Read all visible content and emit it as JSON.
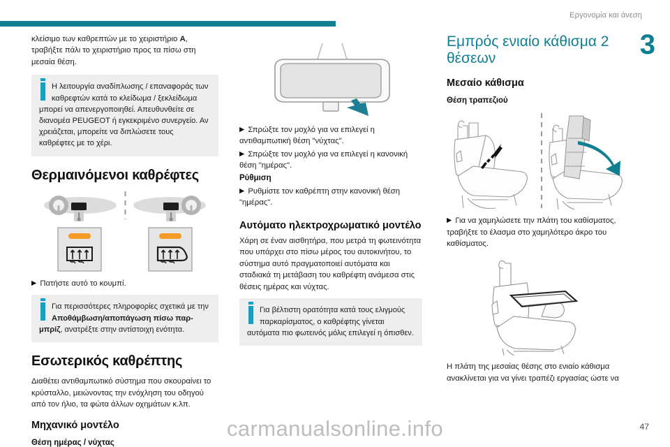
{
  "header": {
    "running_title": "Εργονομία και άνεση",
    "chapter_number": "3",
    "rule_color": "#0f7f91"
  },
  "watermark": "carmanualsonline.info",
  "folio": "47",
  "left_column": {
    "continuation_paragraph": "κλείσιμο των καθρεπτών με το χειριστήριο A, τραβήξτε πάλι το χειριστήριο προς τα πίσω στη μεσαία θέση.",
    "continuation_bold_token": "A",
    "info_box_1": {
      "icon": "info-i-icon",
      "text_part_1": "Η λειτουργία αναδίπλωσης / επαναφοράς των καθρεφτών κατά το κλείδωμα / ξεκλείδωμα μπορεί να απενεργοποιηθεί. Απευθυνθείτε σε διανομέα PEUGEOT ή εγκεκριμένο συνεργείο. Αν χρειάζεται, μπορείτε να διπλώσετε τους καθρέφτες με το χέρι."
    },
    "heated_mirrors_title": "Θερμαινόμενοι καθρέφτες",
    "figure_heated_mirrors": {
      "name": "heated-mirrors-figure",
      "left_variant": "lhd-dashboard-icon",
      "right_variant": "rhd-dashboard-icon",
      "left_button": "rear-screen-demist-button-icon",
      "right_button": "rear-screen-demist-wiper-button-icon",
      "indicator_color": "#f59b28"
    },
    "action_press_button": "Πατήστε αυτό το κουμπί.",
    "info_box_2": {
      "icon": "info-i-icon",
      "text_before_bold": "Για περισσότερες πληροφορίες σχετικά με την ",
      "bold_text": "Αποθάμβωση/αποπάγωση πίσω παρ-μπρίζ",
      "text_after_bold": ", ανατρέξτε στην αντίστοιχη ενότητα."
    },
    "interior_mirror_title": "Εσωτερικός καθρέπτης",
    "interior_mirror_paragraph": "Διαθέτει αντιθαμπωτικό σύστημα που σκουραίνει το κρύσταλλο, μειώνοντας την ενόχληση του οδηγού από τον ήλιο, τα φώτα άλλων οχημάτων κ.λπ.",
    "mechanical_model_title": "Μηχανικό μοντέλο",
    "day_night_position_label": "Θέση ημέρας / νύχτας"
  },
  "mid_column": {
    "figure_rear_view_mirror": {
      "name": "rear-view-mirror-figure",
      "arrow": "push-lever-arrow",
      "arrow_color": "#1c7f93"
    },
    "action_1": "Σπρώξτε τον μοχλό για να επιλεγεί η αντιθαμπωτική θέση \"νύχτας\".",
    "action_2": "Σπρώξτε τον μοχλό για να επιλεγεί η κανονική θέση \"ημέρας\".",
    "adjustment_label": "Ρύθμιση",
    "action_3": "Ρυθμίστε τον καθρέπτη στην κανονική θέση \"ημέρας\".",
    "electrochromic_title": "Αυτόματο ηλεκτροχρωματικό μοντέλο",
    "electrochromic_paragraph": "Χάρη σε έναν αισθητήρα, που μετρά τη φωτεινότητα που υπάρχει στο πίσω μέρος του αυτοκινήτου, το σύστημα αυτό πραγματοποιεί αυτόματα και σταδιακά τη μετάβαση του καθρέφτη ανάμεσα στις θέσεις ημέρας και νύχτας.",
    "info_box": {
      "icon": "info-i-icon",
      "text": "Για βέλτιστη ορατότητα κατά τους ελιγμούς παρκαρίσματος, ο καθρέφτης γίνεται αυτόματα πιο φωτεινός μόλις επιλεγεί η όπισθεν."
    }
  },
  "right_column": {
    "chapter_heading": "Εμπρός ενιαίο κάθισμα 2 θέσεων",
    "middle_seat_title": "Μεσαίο κάθισμα",
    "table_position_label": "Θέση τραπεζιού",
    "figure_seat_pair": {
      "name": "middle-seat-folding-figure",
      "left_panel": "seat-pull-strap-icon",
      "right_panel": "seat-backrest-folding-icon",
      "arrow_color": "#0f7f91"
    },
    "action_lower_backrest": "Για να χαμηλώσετε την πλάτη του καθίσματος, τραβήξτε το έλασμα στο χαμηλότερο άκρο του καθίσματος.",
    "figure_seat_table": {
      "name": "seat-as-table-figure"
    },
    "closing_paragraph": "Η πλάτη της μεσαίας θέσης στο ενιαίο κάθισμα ανακλίνεται για να γίνει τραπέζι εργασίας ώστε να"
  }
}
